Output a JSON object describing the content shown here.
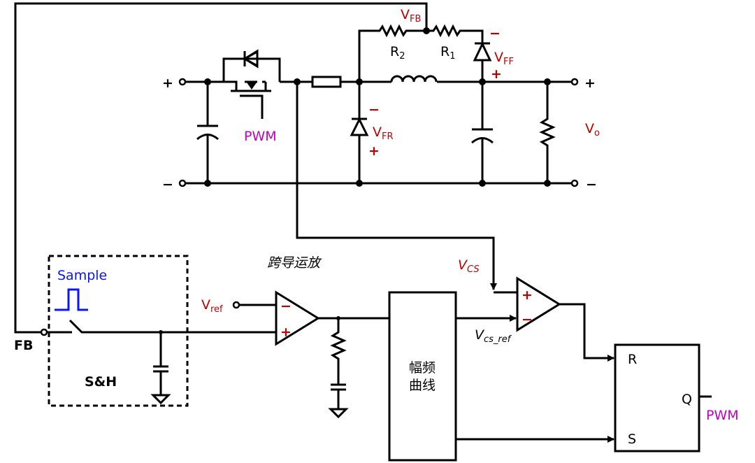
{
  "colors": {
    "wire": "#000000",
    "voltage_label": "#c00000",
    "pwm": "#c000c0",
    "sample": "#0a14ff"
  },
  "power_stage": {
    "vfb": {
      "main": "V",
      "sub": "FB"
    },
    "r2": {
      "main": "R",
      "sub": "2"
    },
    "r1": {
      "main": "R",
      "sub": "1"
    },
    "vff": {
      "main": "V",
      "sub": "FF"
    },
    "vfr": {
      "main": "V",
      "sub": "FR"
    },
    "vo": {
      "main": "V",
      "sub": "o"
    },
    "pwm_gate": "PWM",
    "in_plus": "+",
    "in_minus": "−",
    "out_plus": "+",
    "out_minus": "−",
    "vff_minus": "−",
    "vff_plus": "+",
    "vfr_minus": "−",
    "vfr_plus": "+"
  },
  "control": {
    "fb": "FB",
    "sample": "Sample",
    "sh": "S&H",
    "ota_label": "跨导运放",
    "vref": {
      "main": "V",
      "sub": "ref"
    },
    "ota_minus": "−",
    "ota_plus": "+",
    "vcs": {
      "main": "V",
      "sub": "CS"
    },
    "vcs_ref": {
      "main": "V",
      "sub": "cs_ref"
    },
    "comp_plus": "+",
    "comp_minus": "−",
    "curve_block": [
      "幅频",
      "曲线"
    ],
    "ff_r": "R",
    "ff_s": "S",
    "ff_q": "Q",
    "pwm_out": "PWM"
  }
}
